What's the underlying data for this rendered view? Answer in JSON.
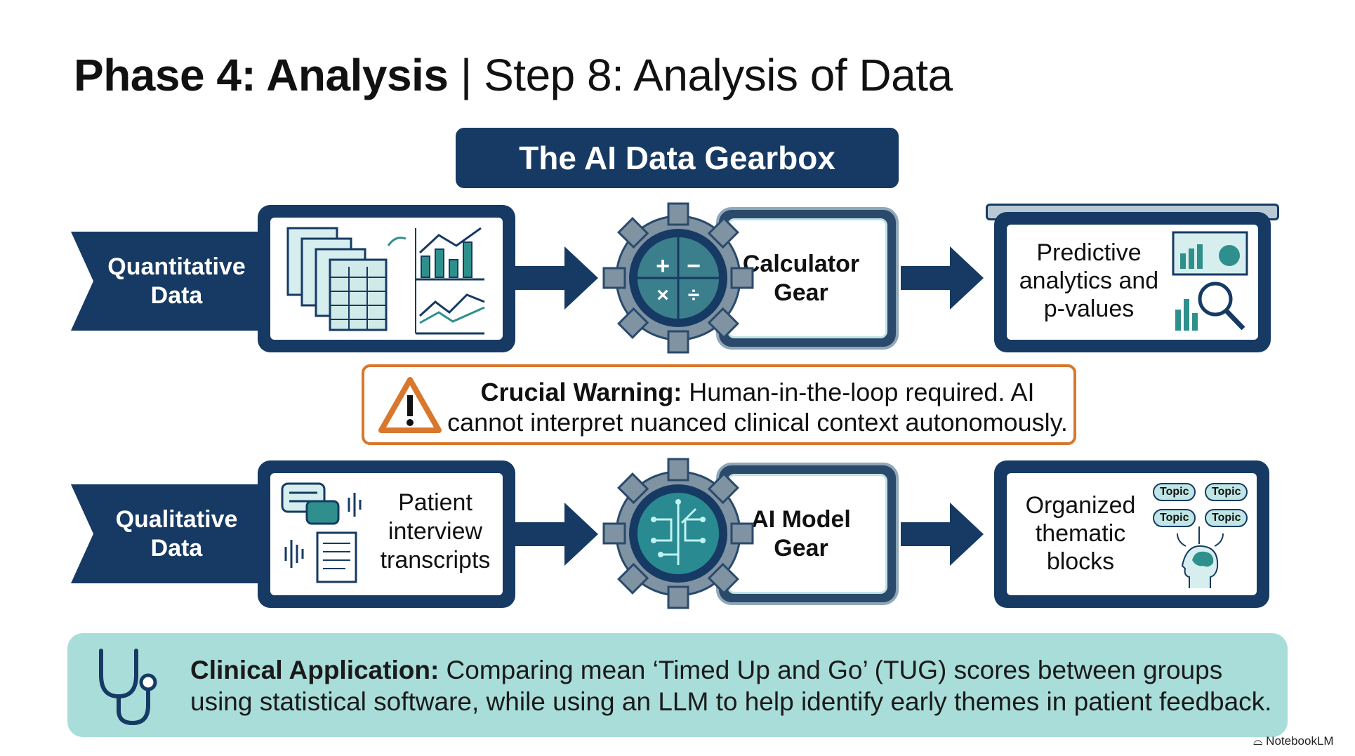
{
  "title": {
    "bold": "Phase 4: Analysis",
    "separator": " | ",
    "rest": "Step 8: Analysis of Data"
  },
  "gearbox_title": "The AI Data Gearbox",
  "rows": [
    {
      "label": "Quantitative Data",
      "input_text": "",
      "gear_label": "Calculator Gear",
      "output_text": "Predictive analytics and p-values"
    },
    {
      "label": "Qualitative Data",
      "input_text": "Patient interview transcripts",
      "gear_label": "AI Model Gear",
      "output_text": "Organized thematic blocks"
    }
  ],
  "topics": [
    "Topic",
    "Topic",
    "Topic",
    "Topic"
  ],
  "calc_symbols": [
    "+",
    "−",
    "×",
    "÷"
  ],
  "warning": {
    "bold": "Crucial Warning:",
    "text": " Human-in-the-loop required. AI cannot interpret nuanced clinical context autonomously."
  },
  "clinical": {
    "bold": "Clinical Application:",
    "text": " Comparing mean ‘Timed Up and Go’ (TUG) scores between groups using statistical software, while using an LLM to help identify early themes in patient feedback."
  },
  "footer": "NotebookLM",
  "colors": {
    "navy": "#163a63",
    "teal": "#2f8f8c",
    "orange": "#d9772c",
    "mint": "#a9ddd9"
  }
}
